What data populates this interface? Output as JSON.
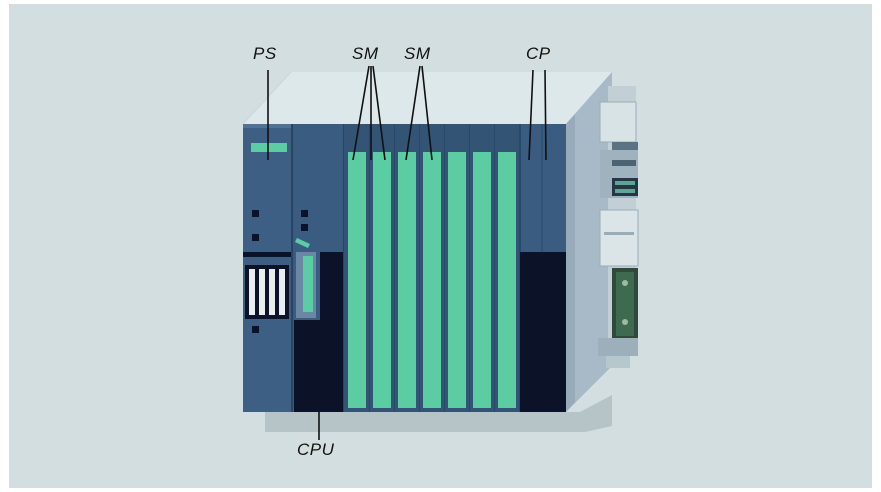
{
  "labels": {
    "ps": "PS",
    "sm1": "SM",
    "sm2": "SM",
    "cp": "CP",
    "cpu": "CPU"
  },
  "colors": {
    "background": "#d3dee0",
    "module_face": "#385a7d",
    "module_dark": "#0c1328",
    "slot_green": "#5ccca2",
    "case_top": "#dde8ea",
    "case_side": "#a6b9c8",
    "leader_line": "#111111"
  }
}
